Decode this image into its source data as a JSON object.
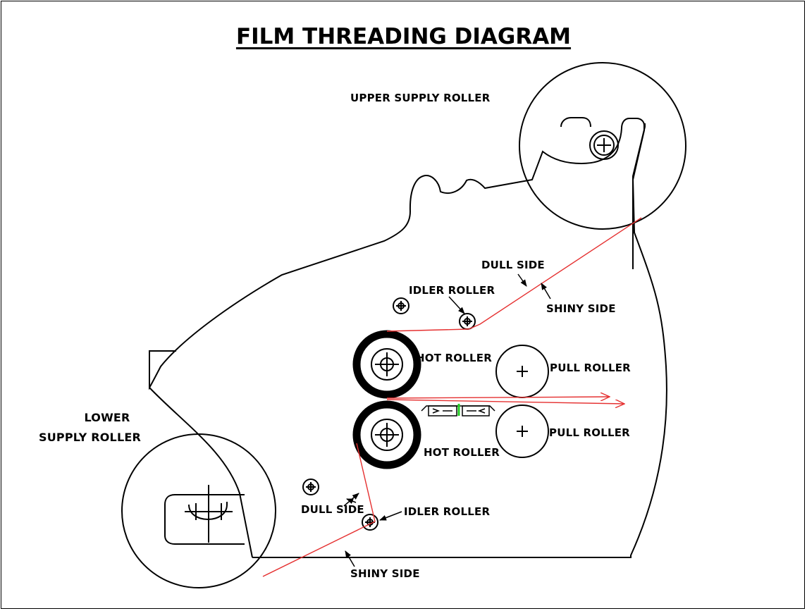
{
  "title": "FILM THREADING DIAGRAM",
  "labels": {
    "upper_supply_roller": "UPPER SUPPLY ROLLER",
    "lower_supply_roller_line1": "LOWER",
    "lower_supply_roller_line2": "SUPPLY ROLLER",
    "dull_side_top": "DULL SIDE",
    "shiny_side_top": "SHINY SIDE",
    "idler_roller_top": "IDLER ROLLER",
    "hot_roller_top": "HOT ROLLER",
    "pull_roller_top": "PULL ROLLER",
    "hot_roller_bottom": "HOT ROLLER",
    "pull_roller_bottom": "PULL ROLLER",
    "dull_side_bottom": "DULL SIDE",
    "idler_roller_bottom": "IDLER ROLLER",
    "shiny_side_bottom": "SHINY SIDE"
  },
  "colors": {
    "film_path": "#e53030",
    "center_marker": "#22cc22",
    "outline": "#000000"
  }
}
